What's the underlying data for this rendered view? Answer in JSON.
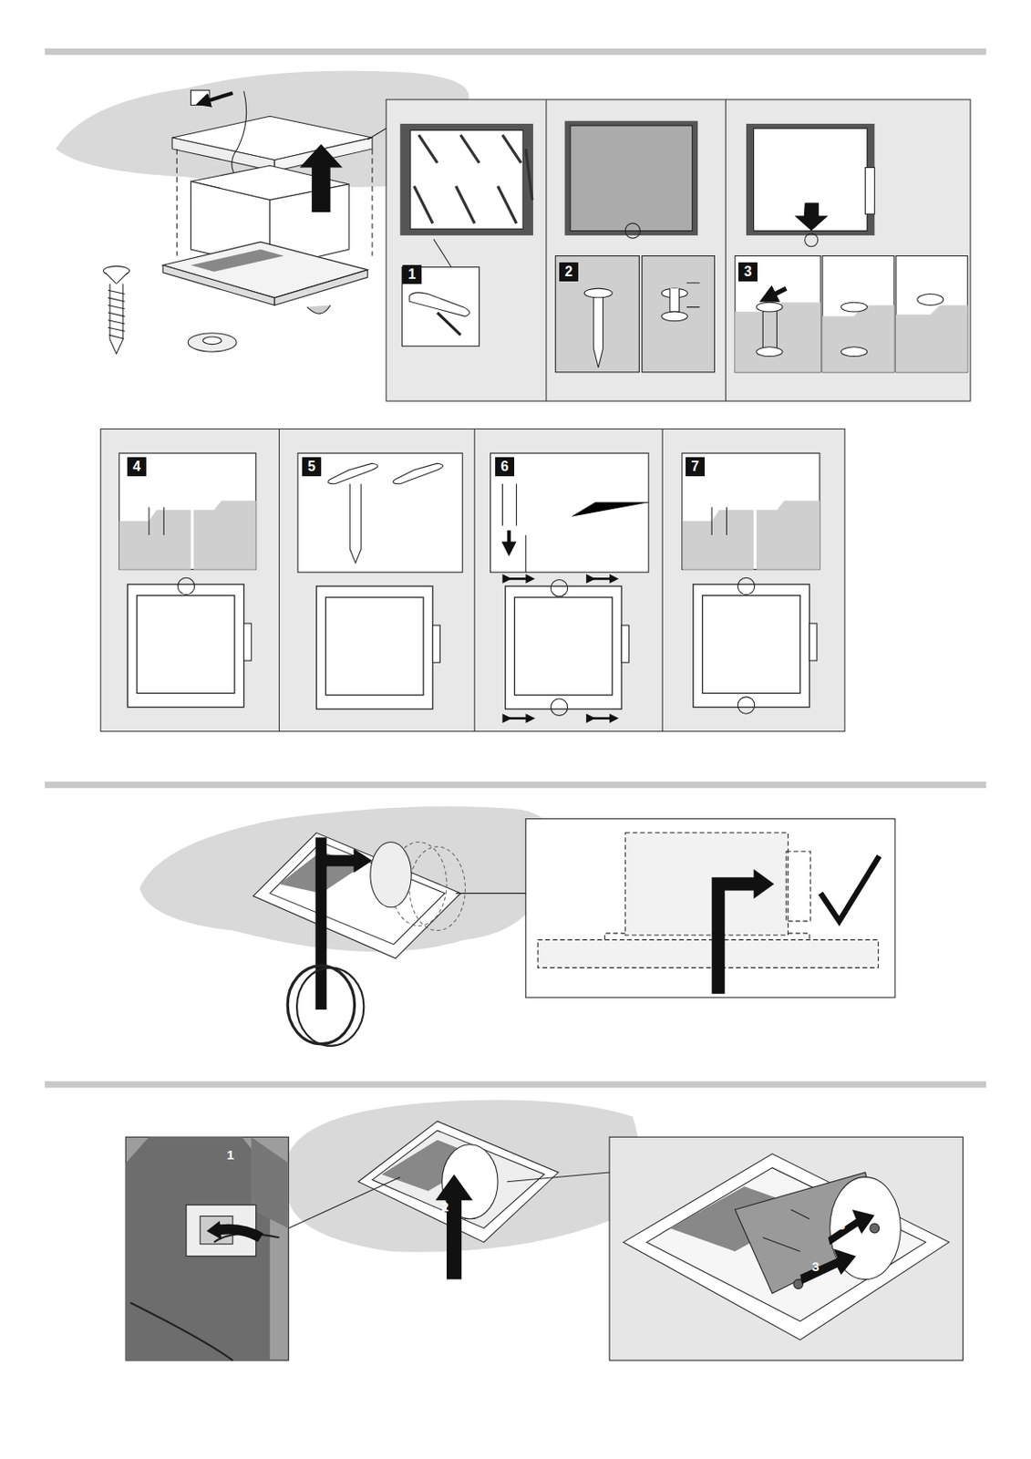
{
  "diagram": {
    "nodes": [
      {
        "text": [
          "1"
        ]
      },
      {
        "text": [
          "2"
        ]
      },
      {
        "text": [
          "3"
        ]
      },
      {
        "text": [
          "4"
        ]
      },
      {
        "text": [
          "5"
        ]
      },
      {
        "text": [
          "6"
        ]
      },
      {
        "text": [
          "7"
        ]
      }
    ],
    "labels": [
      "1",
      "2",
      "3",
      "3"
    ]
  }
}
